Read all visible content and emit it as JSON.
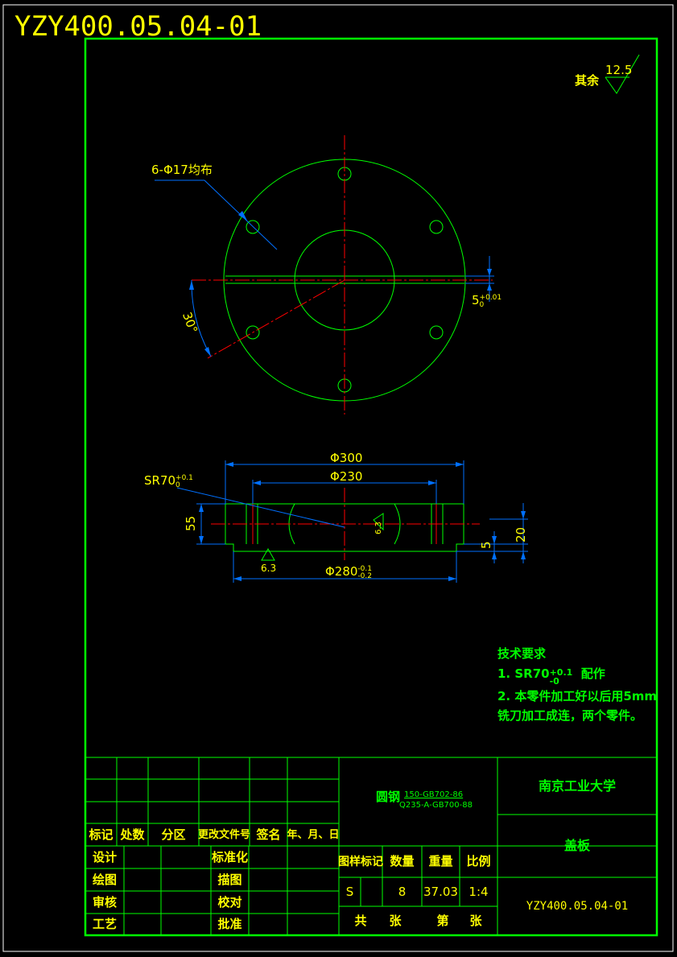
{
  "top_code": "YZY400.05.04-01",
  "roughness": {
    "label": "其余",
    "value": "12.5",
    "value_side": "6.3"
  },
  "plan_view": {
    "holes_label": "6-Φ17均布",
    "angle_label": "30°",
    "keyway_depth": "5",
    "keyway_tol": "+0.01",
    "keyway_tol_low": "0"
  },
  "section_view": {
    "dia_outer": "Φ300",
    "dia_inner": "Φ230",
    "dia_step": "Φ280",
    "dia_step_tol_up": "-0.1",
    "dia_step_tol_low": "-0.2",
    "sr_label": "SR70",
    "sr_tol_up": "+0.1",
    "sr_tol_low": "0",
    "height": "55",
    "step_height": "5",
    "total_h": "20",
    "roughness": "6.3"
  },
  "tech_req": {
    "title": "技术要求",
    "line1_prefix": "1. SR70",
    "line1_tol_up": "+0.1",
    "line1_tol_low": "-0",
    "line1_suffix": "配作",
    "line2": "2. 本零件加工好以后用5mm",
    "line3": "铣刀加工成连，两个零件。"
  },
  "title_block": {
    "material_prefix": "圆钢",
    "material_top": "150-GB702-86",
    "material_bottom": "Q235-A-GB700-88",
    "school": "南京工业大学",
    "part_name": "盖板",
    "drawing_no": "YZY400.05.04-01",
    "rev_headers": [
      "标记",
      "处数",
      "分区",
      "更改文件号",
      "签名",
      "年、月、日"
    ],
    "sign_left": [
      "设计",
      "绘图",
      "审核",
      "工艺"
    ],
    "sign_mid": [
      "标准化",
      "描图",
      "校对",
      "批准"
    ],
    "headers": [
      "图样标记",
      "数量",
      "重量",
      "比例"
    ],
    "mark": "S",
    "qty": "8",
    "weight": "37.03",
    "scale": "1:4",
    "sheet_total": "共",
    "sheet_unit1": "张",
    "sheet_no": "第",
    "sheet_unit2": "张"
  },
  "colors": {
    "outline": "#00ff00",
    "text": "#ffff00",
    "dimension": "#0070ff",
    "centerline": "#ff0000",
    "frame": "#ffffff"
  }
}
